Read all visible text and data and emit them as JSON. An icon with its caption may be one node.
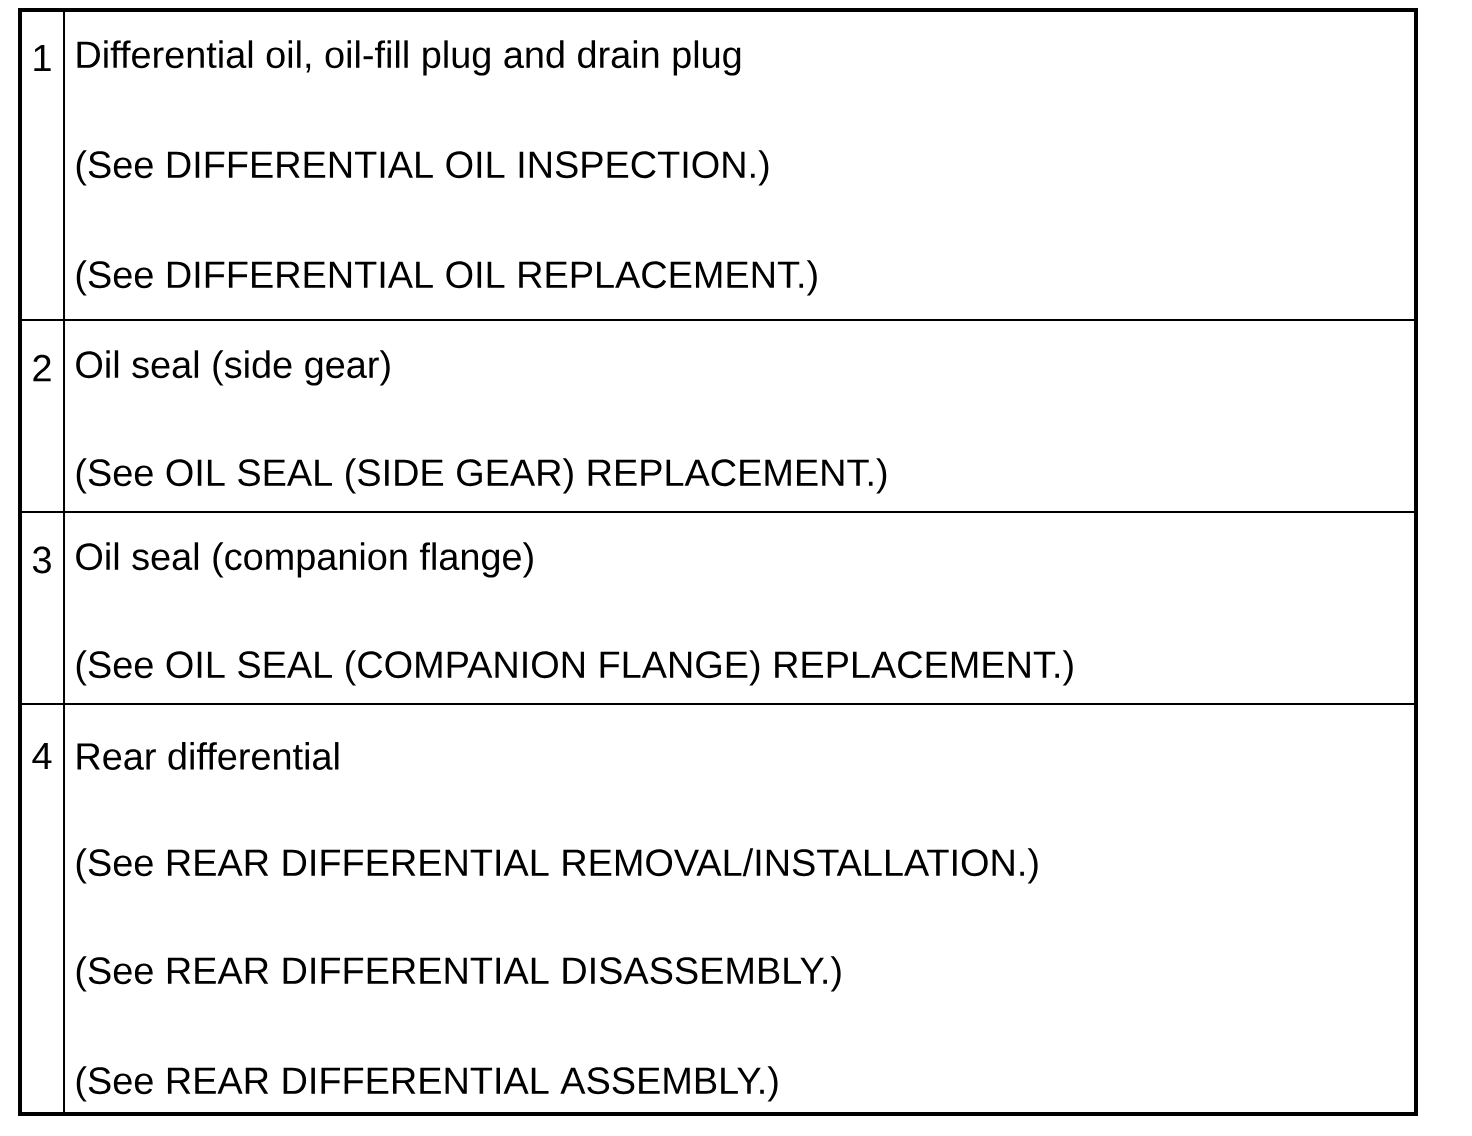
{
  "diagram": {
    "labels": [
      "1",
      "Differential oil, oil-fill plug and drain plug",
      "(See DIFFERENTIAL OIL INSPECTION.)",
      "(See DIFFERENTIAL OIL REPLACEMENT.)",
      "2",
      "Oil seal (side gear)",
      "(See OIL SEAL (SIDE GEAR) REPLACEMENT.)",
      "3",
      "Oil seal (companion flange)",
      "(See OIL SEAL (COMPANION FLANGE) REPLACEMENT.)",
      "4",
      "Rear differential",
      "(See REAR DIFFERENTIAL REMOVAL/INSTALLATION.)",
      "(See REAR DIFFERENTIAL DISASSEMBLY.)",
      "(See REAR DIFFERENTIAL ASSEMBLY.)"
    ]
  }
}
